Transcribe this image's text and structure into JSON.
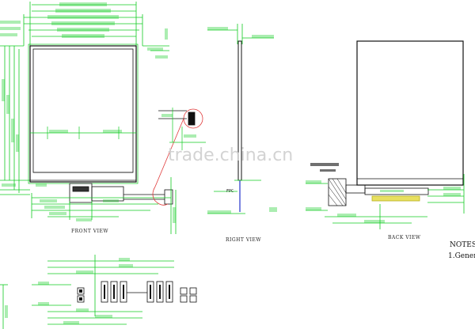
{
  "labels": {
    "front_view": "FRONT VIEW",
    "right_view": "RIGHT VIEW",
    "back_view": "BACK VIEW",
    "notes_title": "NOTES:",
    "notes_item": "1.Gener",
    "fpc": "FPC",
    "watermark": "trade.china.cn"
  },
  "colors": {
    "dimension_green": "#11cc22",
    "outline": "#111111",
    "callout_red": "#e03a3a",
    "fpc_blue": "#2233cc",
    "stiffener_yellow": "#e8e060"
  }
}
